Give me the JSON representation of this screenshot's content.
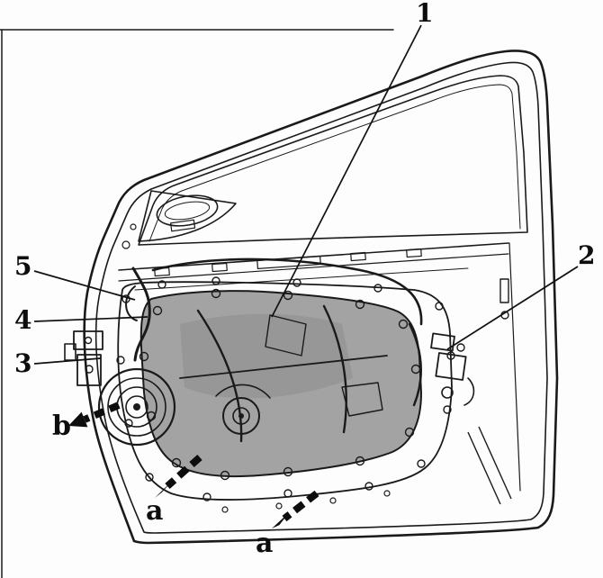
{
  "figure": {
    "callouts": [
      {
        "id": "1",
        "label": "1"
      },
      {
        "id": "2",
        "label": "2"
      },
      {
        "id": "3",
        "label": "3"
      },
      {
        "id": "4",
        "label": "4"
      },
      {
        "id": "5",
        "label": "5"
      },
      {
        "id": "a-left",
        "label": "a"
      },
      {
        "id": "a-bottom",
        "label": "a"
      },
      {
        "id": "b",
        "label": "b"
      }
    ],
    "colors": {
      "background": "#fdfdfd",
      "line": "#1a1a1a",
      "carrier_plate_fill": "#a3a3a3",
      "carrier_plate_shade": "#919191"
    }
  }
}
